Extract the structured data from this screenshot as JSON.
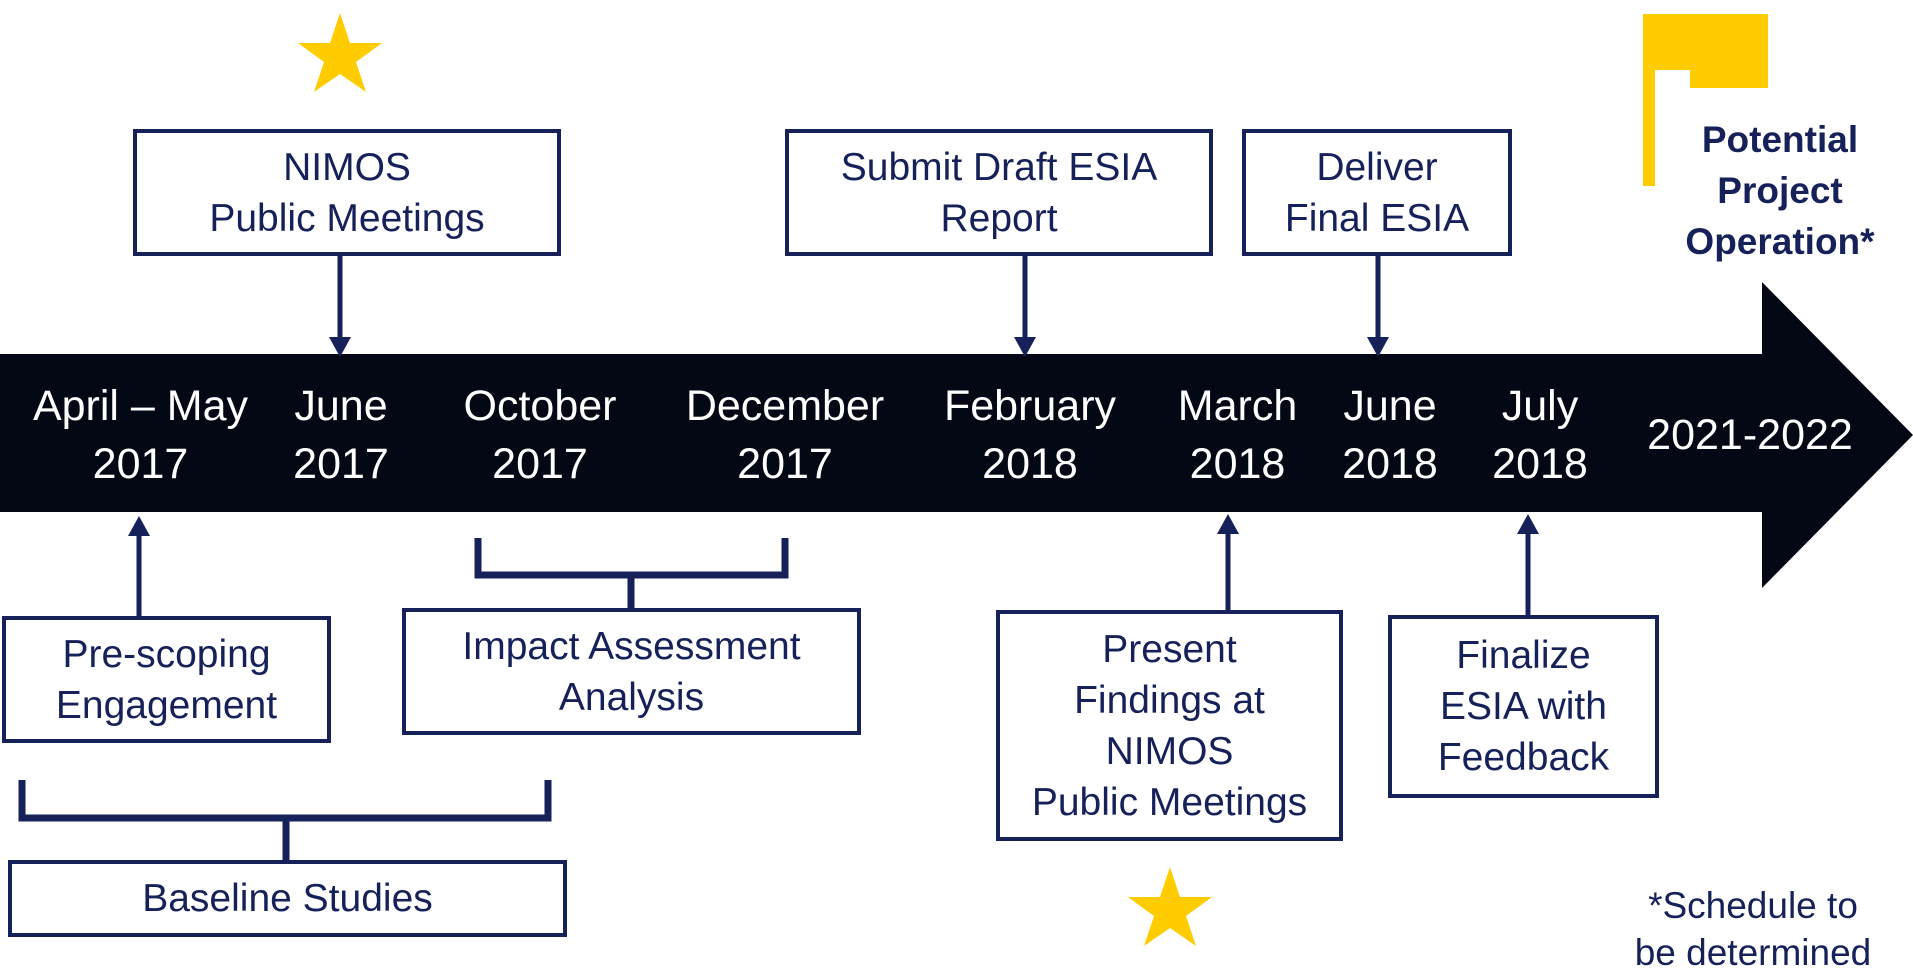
{
  "dates": [
    {
      "month": "April – May",
      "year": "2017"
    },
    {
      "month": "June",
      "year": "2017"
    },
    {
      "month": "October",
      "year": "2017"
    },
    {
      "month": "December",
      "year": "2017"
    },
    {
      "month": "February",
      "year": "2018"
    },
    {
      "month": "March",
      "year": "2018"
    },
    {
      "month": "June",
      "year": "2018"
    },
    {
      "month": "July",
      "year": "2018"
    }
  ],
  "future_period": "2021-2022",
  "top_events": [
    {
      "lines": [
        "NIMOS",
        "Public Meetings"
      ]
    },
    {
      "lines": [
        "Submit Draft ESIA",
        "Report"
      ]
    },
    {
      "lines": [
        "Deliver",
        "Final ESIA"
      ]
    }
  ],
  "bottom_events": [
    {
      "lines": [
        "Pre-scoping",
        "Engagement"
      ]
    },
    {
      "lines": [
        "Impact Assessment",
        "Analysis"
      ]
    },
    {
      "lines": [
        "Present",
        "Findings at",
        "NIMOS",
        "Public Meetings"
      ]
    },
    {
      "lines": [
        "Finalize",
        "ESIA with",
        "Feedback"
      ]
    },
    {
      "lines": [
        "Baseline Studies"
      ]
    }
  ],
  "milestone": {
    "lines": [
      "Potential",
      "Project",
      "Operation*"
    ]
  },
  "footnote": {
    "lines": [
      "*Schedule to",
      "be determined"
    ]
  },
  "colors": {
    "arrow": "#040814",
    "navy": "#16215a",
    "gold": "#ffcc00",
    "flag": "#ffcc00"
  },
  "icons": [
    "star-icon",
    "flag-icon"
  ]
}
